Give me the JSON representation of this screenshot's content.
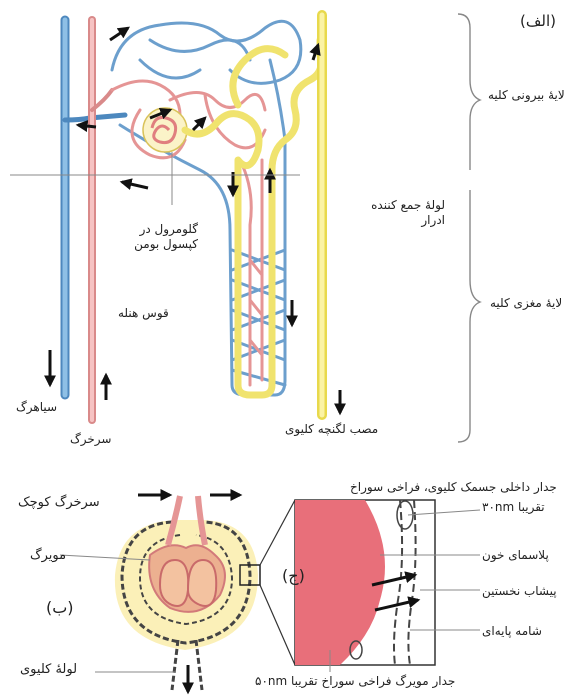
{
  "panel_a": {
    "panel_label": "(الف)",
    "outer_layer": "لایهٔ بیرونی کلیه",
    "inner_layer": "لایهٔ مغزی کلیه",
    "collecting_duct": "لولهٔ جمع کننده ادرار",
    "glomerulus": "گلومرول در کپسول بومن",
    "henle_loop": "قوس هنله",
    "vein": "سیاهرگ",
    "artery": "سرخرگ",
    "pelvis_outlet": "مصب لگنچه کلیوی"
  },
  "panel_b": {
    "panel_label": "(ب)",
    "arteriole": "سرخرگ کوچک",
    "capillary": "مویرگ",
    "tubule": "لولهٔ کلیوی"
  },
  "panel_c": {
    "panel_label": "(ج)",
    "capsule_wall": "جدار داخلی جسمک کلیوی، فراخی سوراخ",
    "capsule_pore": "تقریبا ۳۰nm",
    "plasma": "پلاسمای خون",
    "primary_urine": "پیشاب نخستین",
    "basement_membrane": "شامه پایه‌ای",
    "capillary_wall": "جدار مویرگ فراخی سوراخ تقریبا ۵۰nm"
  },
  "colors": {
    "vein": "#5b97c9",
    "artery": "#e8a0a0",
    "tubule": "#f3ea7c",
    "plasma": "#e97880",
    "arrow": "#111111"
  }
}
